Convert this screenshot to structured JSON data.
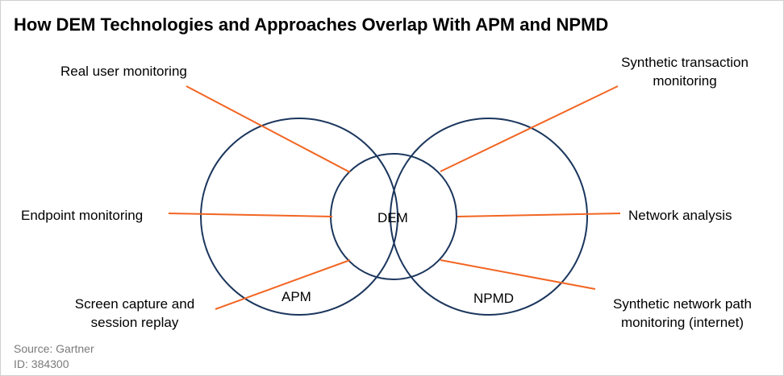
{
  "title": "How DEM Technologies and Approaches Overlap With APM and NPMD",
  "circles": {
    "apm": "APM",
    "npmd": "NPMD",
    "dem": "DEM"
  },
  "labels": {
    "real_user_monitoring": "Real user monitoring",
    "synthetic_transaction_line1": "Synthetic transaction",
    "synthetic_transaction_line2": "monitoring",
    "endpoint_monitoring": "Endpoint monitoring",
    "network_analysis": "Network analysis",
    "screen_capture_line1": "Screen capture and",
    "screen_capture_line2": "session replay",
    "synthetic_network_line1": "Synthetic network path",
    "synthetic_network_line2": "monitoring (internet)"
  },
  "source": {
    "source_text": "Source: Gartner",
    "id_text": "ID: 384300"
  },
  "colors": {
    "circle_stroke": "#1b365d",
    "connector_line": "#f26522",
    "text": "#000000",
    "source_text": "#7a7a7a"
  }
}
